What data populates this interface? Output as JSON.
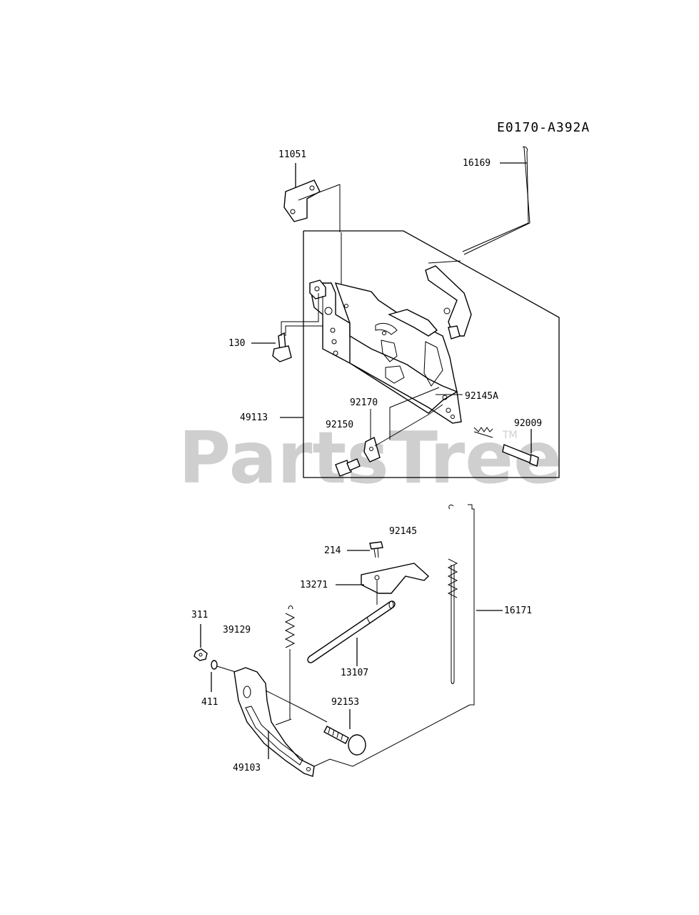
{
  "diagram_code": "E0170-A392A",
  "watermark": "PartsTree",
  "watermark_tm": "TM",
  "part_labels": {
    "p11051": "11051",
    "p16169": "16169",
    "p130": "130",
    "p49113": "49113",
    "p92170": "92170",
    "p92145A": "92145A",
    "p92150": "92150",
    "p92009": "92009",
    "p92145": "92145",
    "p214": "214",
    "p13271": "13271",
    "p16171": "16171",
    "p311": "311",
    "p39129": "39129",
    "p13107": "13107",
    "p411": "411",
    "p92153": "92153",
    "p49103": "49103"
  }
}
